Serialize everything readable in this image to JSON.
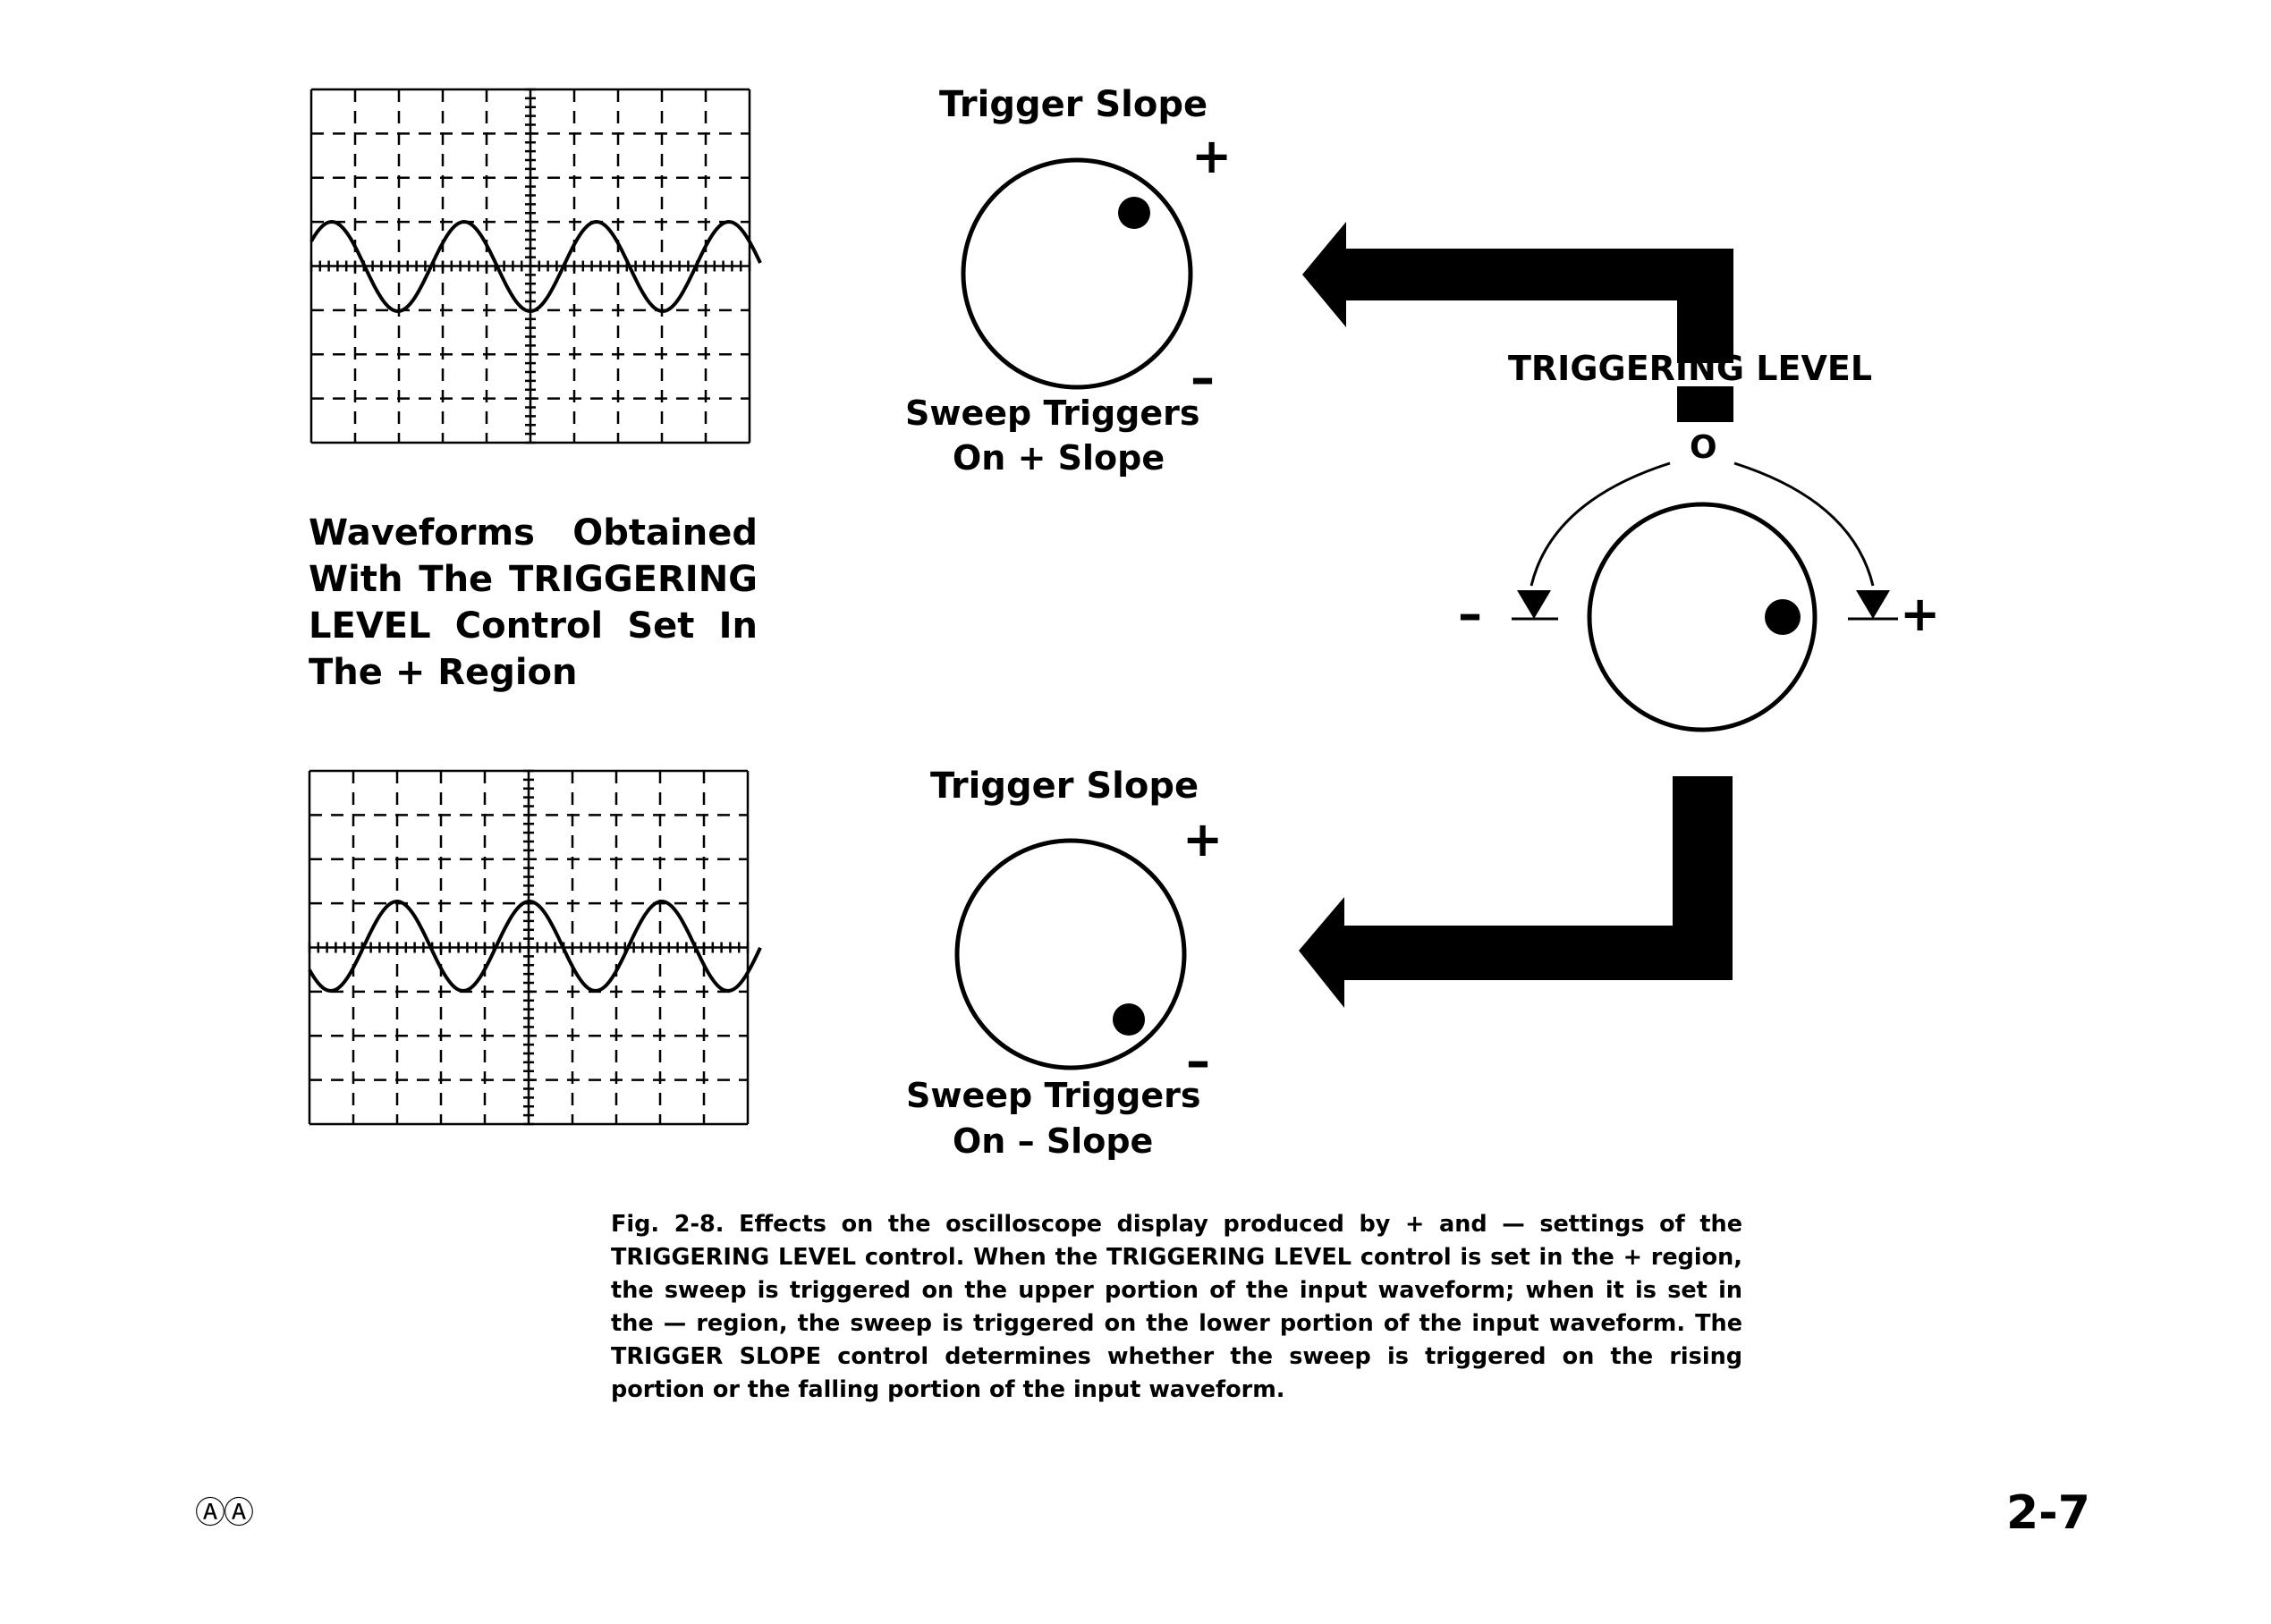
{
  "top_knob": {
    "title": "Trigger Slope",
    "plus": "+",
    "minus": "–",
    "caption_line1": "Sweep Triggers",
    "caption_line2": "On + Slope"
  },
  "bottom_knob": {
    "title": "Trigger Slope",
    "plus": "+",
    "minus": "–",
    "caption_line1": "Sweep Triggers",
    "caption_line2": "On – Slope"
  },
  "level_knob": {
    "title": "TRIGGERING LEVEL",
    "zero": "O",
    "minus": "–",
    "plus": "+"
  },
  "waveform_label": "Waveforms Obtained With The TRIGGERING LEVEL Control Set In The + Region",
  "figure_caption": "Fig. 2-8. Effects on the oscilloscope display produced by + and — settings of the TRIGGERING LEVEL control. When the TRIGGERING LEVEL control is set in the + region, the sweep is triggered on the upper portion of the input waveform; when it is set in the — region, the sweep is triggered on the lower portion of the input waveform. The TRIGGER SLOPE control determines whether the sweep is triggered on the rising portion or the falling portion of the input waveform.",
  "manual_mark": "ⒶⒶ",
  "page_number": "2-7"
}
